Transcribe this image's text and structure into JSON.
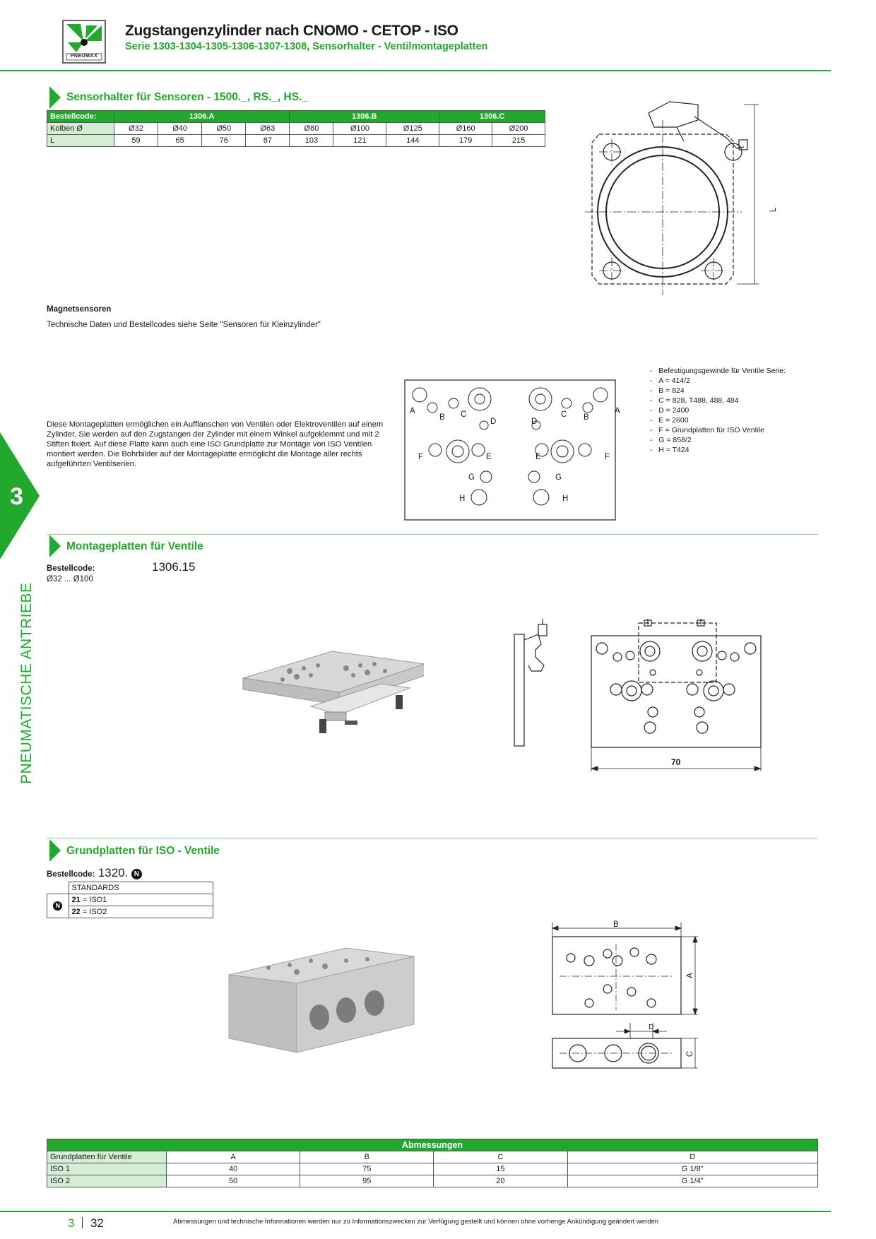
{
  "header": {
    "title": "Zugstangenzylinder nach CNOMO - CETOP - ISO",
    "subtitle": "Serie 1303-1304-1305-1306-1307-1308, Sensorhalter - Ventilmontageplatten",
    "logo_text": "PNEUMAX"
  },
  "colors": {
    "accent": "#22a82c",
    "light": "#d5ecd5"
  },
  "sidebar": {
    "chapter_number": "3",
    "chapter_title": "PNEUMATISCHE ANTRIEBE"
  },
  "section1": {
    "title": "Sensorhalter für Sensoren - 1500._, RS._, HS._",
    "table": {
      "header": [
        "Bestellcode:",
        "1306.A",
        "1306.B",
        "1306.C"
      ],
      "row_piston": [
        "Kolben Ø",
        "Ø32",
        "Ø40",
        "Ø50",
        "Ø63",
        "Ø80",
        "Ø100",
        "Ø125",
        "Ø160",
        "Ø200"
      ],
      "row_L": [
        "L",
        "59",
        "65",
        "76",
        "87",
        "103",
        "121",
        "144",
        "179",
        "215"
      ]
    },
    "drawing_label": "L",
    "magnet_heading": "Magnetsensoren",
    "magnet_text": "Technische Daten und Bestellcodes siehe Seite \"Sensoren für Kleinzylinder\""
  },
  "plates_intro": {
    "text": "Diese Montageplatten ermöglichen ein Aufflanschen von Ventilen oder Elektroventilen auf einem Zylinder. Sie werden auf den Zugstangen der Zylinder mit einem Winkel aufgeklemmt und mit 2 Stiften fixiert. Auf diese Platte kann auch eine ISO Grundplatte zur Montage von ISO Ventilen montiert werden. Die Bohrbilder auf der Montageplatte ermöglicht die Montage aller rechts aufgeführten Ventilserien.",
    "labels": [
      "A",
      "B",
      "C",
      "D",
      "E",
      "F",
      "G",
      "H"
    ],
    "legend": [
      "Befestigungsgewinde für Ventile Serie:",
      "A = 414/2",
      "B = 824",
      "C = 828, T488, 488, 484",
      "D = 2400",
      "E = 2600",
      "F = Grundplatten für ISO Ventile",
      "G = 858/2",
      "H = T424"
    ]
  },
  "section2": {
    "title": "Montageplatten für Ventile",
    "code_label": "Bestellcode:",
    "code_value": "1306.15",
    "range": "Ø32 ... Ø100",
    "dim": "70"
  },
  "section3": {
    "title": "Grundplatten für ISO - Ventile",
    "code_label": "Bestellcode:",
    "code_value": "1320.",
    "code_marker": "N",
    "std_table": {
      "header": "STANDARDS",
      "rows": [
        {
          "code": "21",
          "value": "= ISO1"
        },
        {
          "code": "22",
          "value": "= ISO2"
        }
      ]
    },
    "drawing_labels": {
      "a": "A",
      "b": "B",
      "c": "C",
      "d": "D"
    }
  },
  "dimensions_table": {
    "title": "Abmessungen",
    "columns": [
      "Grundplatten für Ventile",
      "A",
      "B",
      "C",
      "D"
    ],
    "rows": [
      [
        "ISO 1",
        "40",
        "75",
        "15",
        "G 1/8\""
      ],
      [
        "ISO 2",
        "50",
        "95",
        "20",
        "G 1/4\""
      ]
    ]
  },
  "footer": {
    "chapter": "3",
    "page": "32",
    "note": "Abmessungen und technische Informationen werden nur zu Informationszwecken zur Verfügung gestellt und können ohne vorherige Ankündigung geändert werden"
  }
}
